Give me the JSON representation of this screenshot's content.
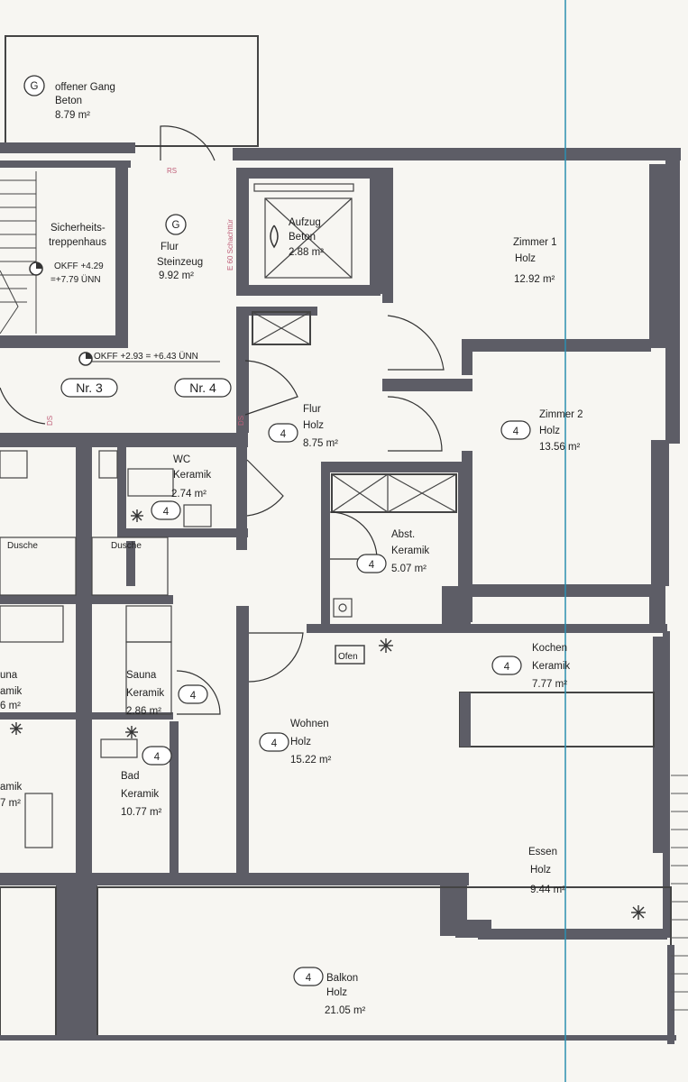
{
  "plan": {
    "rooms": [
      {
        "id": "offener-gang",
        "code": "G",
        "name": "offener Gang",
        "material": "Beton",
        "area": "8.79 m²"
      },
      {
        "id": "sicherheitstreppenhaus",
        "name_line1": "Sicherheits-",
        "name_line2": "treppenhaus",
        "level1": "OKFF +4.29",
        "level2": "=+7.79 ÜNN"
      },
      {
        "id": "flur-g",
        "code": "G",
        "name": "Flur",
        "material": "Steinzeug",
        "area": "9.92 m²"
      },
      {
        "id": "aufzug",
        "name": "Aufzug",
        "material": "Beton",
        "area": "2.88 m²"
      },
      {
        "id": "zimmer1",
        "name": "Zimmer 1",
        "material": "Holz",
        "area": "12.92 m²"
      },
      {
        "id": "zimmer2",
        "code": "4",
        "name": "Zimmer 2",
        "material": "Holz",
        "area": "13.56 m²"
      },
      {
        "id": "flur4",
        "code": "4",
        "name": "Flur",
        "material": "Holz",
        "area": "8.75 m²"
      },
      {
        "id": "wc",
        "code": "4",
        "name": "WC",
        "material": "Keramik",
        "area": "2.74 m²"
      },
      {
        "id": "abst",
        "code": "4",
        "name": "Abst.",
        "material": "Keramik",
        "area": "5.07 m²"
      },
      {
        "id": "kochen",
        "code": "4",
        "name": "Kochen",
        "material": "Keramik",
        "area": "7.77 m²"
      },
      {
        "id": "wohnen",
        "code": "4",
        "name": "Wohnen",
        "material": "Holz",
        "area": "15.22 m²"
      },
      {
        "id": "sauna",
        "code": "4",
        "name": "Sauna",
        "material": "Keramik",
        "area": "2.86 m²"
      },
      {
        "id": "sauna-left",
        "name": "una",
        "material": "amik",
        "area": "6 m²"
      },
      {
        "id": "bad",
        "code": "4",
        "name": "Bad",
        "material": "Keramik",
        "area": "10.77 m²"
      },
      {
        "id": "bad-left",
        "material": "amik",
        "area": "7 m²"
      },
      {
        "id": "essen",
        "name": "Essen",
        "material": "Holz",
        "area": "9.44 m²"
      },
      {
        "id": "balkon",
        "code": "4",
        "name": "Balkon",
        "material": "Holz",
        "area": "21.05 m²"
      }
    ],
    "labels": {
      "dusche_left": "Dusche",
      "dusche_right": "Dusche",
      "ofen": "Ofen",
      "schachttuer": "E 60 Schachttür",
      "rs": "RS",
      "ds": "DS",
      "okff_flur": "OKFF +2.93 = +6.43 ÜNN",
      "unit_nr3": "Nr. 3",
      "unit_nr4": "Nr. 4"
    },
    "colors": {
      "wall": "#5d5d66",
      "guide_line": "#2b8fb0",
      "label_tiny": "#c0607a",
      "paper": "#f7f6f2"
    }
  }
}
